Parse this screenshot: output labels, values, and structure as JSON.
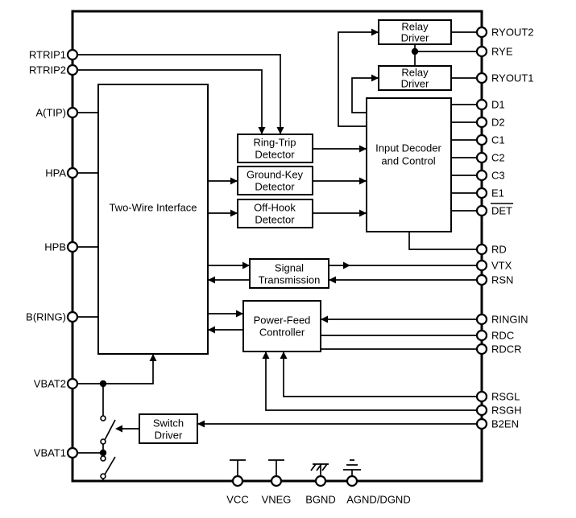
{
  "colors": {
    "ink": "#000000",
    "background": "#ffffff"
  },
  "pins": {
    "left": [
      "RTRIP1",
      "RTRIP2",
      "A(TIP)",
      "HPA",
      "HPB",
      "B(RING)",
      "VBAT2",
      "VBAT1"
    ],
    "right": [
      "RYOUT2",
      "RYE",
      "RYOUT1",
      "D1",
      "D2",
      "C1",
      "C2",
      "C3",
      "E1",
      "DET",
      "RD",
      "VTX",
      "RSN",
      "RINGIN",
      "RDC",
      "RDCR",
      "RSGL",
      "RSGH",
      "B2EN"
    ],
    "bottom": [
      "VCC",
      "VNEG",
      "BGND",
      "AGND/DGND"
    ]
  },
  "blocks": {
    "two_wire_interface": {
      "label": "Two-Wire Interface"
    },
    "ring_trip_detector": {
      "line1": "Ring-Trip",
      "line2": "Detector"
    },
    "ground_key_detector": {
      "line1": "Ground-Key",
      "line2": "Detector"
    },
    "off_hook_detector": {
      "line1": "Off-Hook",
      "line2": "Detector"
    },
    "signal_transmission": {
      "line1": "Signal",
      "line2": "Transmission"
    },
    "power_feed_controller": {
      "line1": "Power-Feed",
      "line2": "Controller"
    },
    "input_decoder_and_control": {
      "line1": "Input Decoder",
      "line2": "and Control"
    },
    "relay_driver_top": {
      "line1": "Relay",
      "line2": "Driver"
    },
    "relay_driver_bottom": {
      "line1": "Relay",
      "line2": "Driver"
    },
    "switch_driver": {
      "line1": "Switch",
      "line2": "Driver"
    }
  }
}
